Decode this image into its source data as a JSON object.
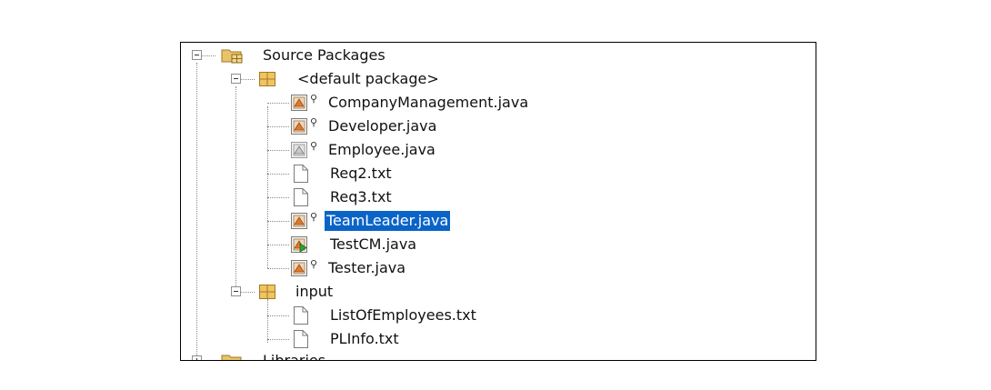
{
  "tree": {
    "source_packages": {
      "label": "Source Packages"
    },
    "default_package": {
      "label": "<default package>",
      "files": [
        {
          "label": "CompanyManagement.java"
        },
        {
          "label": "Developer.java"
        },
        {
          "label": "Employee.java"
        },
        {
          "label": "Req2.txt"
        },
        {
          "label": "Req3.txt"
        },
        {
          "label": "TeamLeader.java"
        },
        {
          "label": "TestCM.java"
        },
        {
          "label": "Tester.java"
        }
      ]
    },
    "input_package": {
      "label": "input",
      "files": [
        {
          "label": "ListOfEmployees.txt"
        },
        {
          "label": "PLInfo.txt"
        }
      ]
    },
    "libraries": {
      "label": "Libraries"
    }
  },
  "colors": {
    "selection": "#0a64c8",
    "package_icon": "#e8b64a"
  }
}
